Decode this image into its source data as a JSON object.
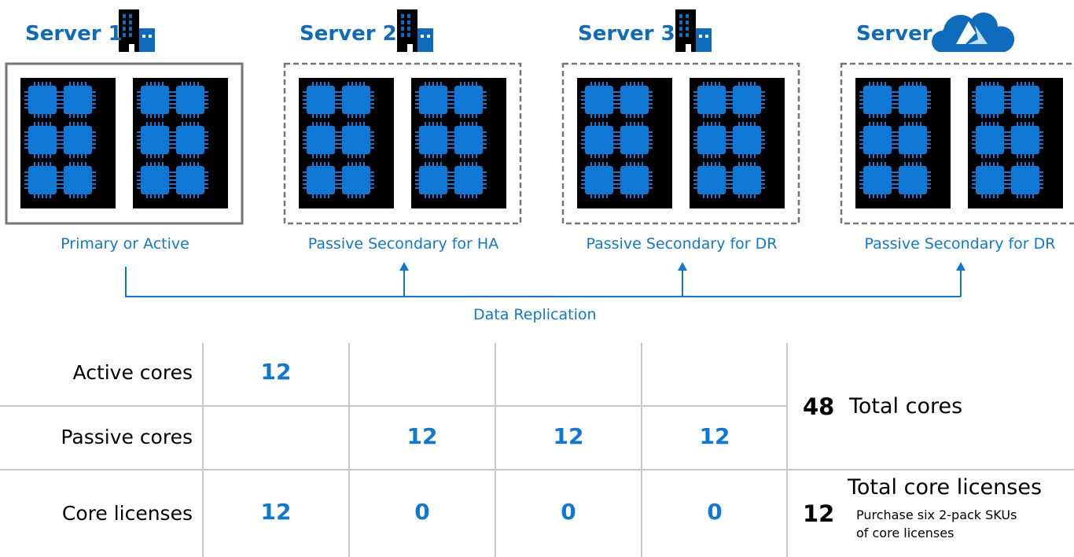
{
  "colors": {
    "accent": "#0f78d4",
    "title": "#0f6cbd",
    "chip": "#0f78d4",
    "chip_bg": "#000000",
    "frame_solid": "#757575",
    "frame_dashed": "#757575",
    "grid": "#c8c8c8"
  },
  "servers": [
    {
      "title": "Server 1",
      "icon": "office-building-icon",
      "role": "Primary or Active",
      "frame": "solid"
    },
    {
      "title": "Server 2",
      "icon": "office-building-icon",
      "role": "Passive Secondary for HA",
      "frame": "dashed"
    },
    {
      "title": "Server 3",
      "icon": "office-building-icon",
      "role": "Passive Secondary for DR",
      "frame": "dashed"
    },
    {
      "title": "Server 4",
      "icon": "azure-cloud-icon",
      "role": "Passive Secondary for DR",
      "frame": "dashed"
    }
  ],
  "replication_label": "Data Replication",
  "table": {
    "rows": [
      {
        "label": "Active cores",
        "values": [
          "12",
          "",
          "",
          ""
        ]
      },
      {
        "label": "Passive cores",
        "values": [
          "",
          "12",
          "12",
          "12"
        ]
      },
      {
        "label": "Core licenses",
        "values": [
          "12",
          "0",
          "0",
          "0"
        ]
      }
    ]
  },
  "summary": {
    "total_cores_value": "48",
    "total_cores_label": "Total cores",
    "total_licenses_value": "12",
    "total_licenses_label": "Total core licenses",
    "note_line1": "Purchase six 2-pack SKUs",
    "note_line2": "of core licenses"
  }
}
